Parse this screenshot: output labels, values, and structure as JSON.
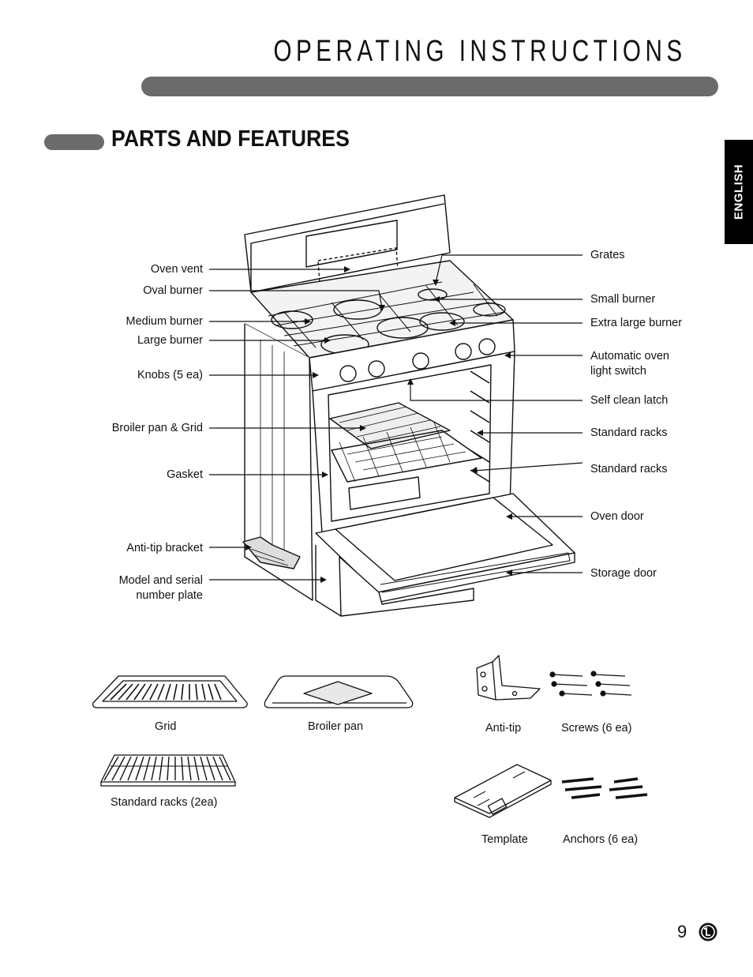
{
  "header": {
    "title": "OPERATING INSTRUCTIONS"
  },
  "section": {
    "title": "PARTS AND FEATURES"
  },
  "language_tab": "ENGLISH",
  "callouts_left": {
    "oven_vent": "Oven vent",
    "oval_burner": "Oval burner",
    "medium_burner": "Medium burner",
    "large_burner": "Large burner",
    "knobs": "Knobs (5 ea)",
    "broiler_pan_grid": "Broiler pan & Grid",
    "gasket": "Gasket",
    "anti_tip_bracket": "Anti-tip bracket",
    "model_serial_1": "Model and serial",
    "model_serial_2": "number plate"
  },
  "callouts_right": {
    "grates": "Grates",
    "small_burner": "Small burner",
    "extra_large_burner": "Extra large burner",
    "auto_light_1": "Automatic oven",
    "auto_light_2": "light switch",
    "self_clean_latch": "Self clean latch",
    "standard_racks_1": "Standard racks",
    "standard_racks_2": "Standard racks",
    "oven_door": "Oven door",
    "storage_door": "Storage door"
  },
  "accessories": {
    "grid": "Grid",
    "broiler_pan": "Broiler pan",
    "standard_racks": "Standard racks (2ea)",
    "anti_tip": "Anti-tip",
    "screws": "Screws (6 ea)",
    "template": "Template",
    "anchors": "Anchors (6 ea)"
  },
  "footer": {
    "page_number": "9",
    "logo": "lg-logo"
  }
}
